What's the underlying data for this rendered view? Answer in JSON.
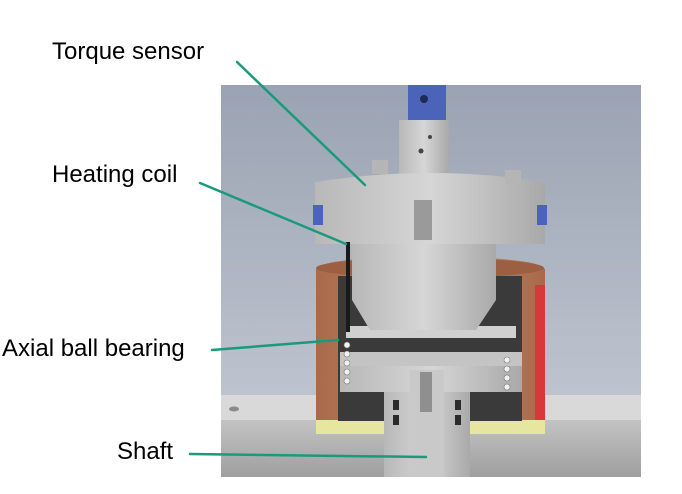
{
  "labels": {
    "torque_sensor": "Torque sensor",
    "heating_coil": "Heating coil",
    "axial_ball_bearing": "Axial ball bearing",
    "shaft": "Shaft"
  },
  "colors": {
    "leader_line": "#1a9a7c",
    "housing_copper": "#b87552",
    "heater_red": "#d9383a",
    "part_gray": "#c9c9c9",
    "connector_blue": "#4b63b8",
    "base_yellow": "#e6e6a0"
  },
  "icons": [
    "render-image"
  ]
}
